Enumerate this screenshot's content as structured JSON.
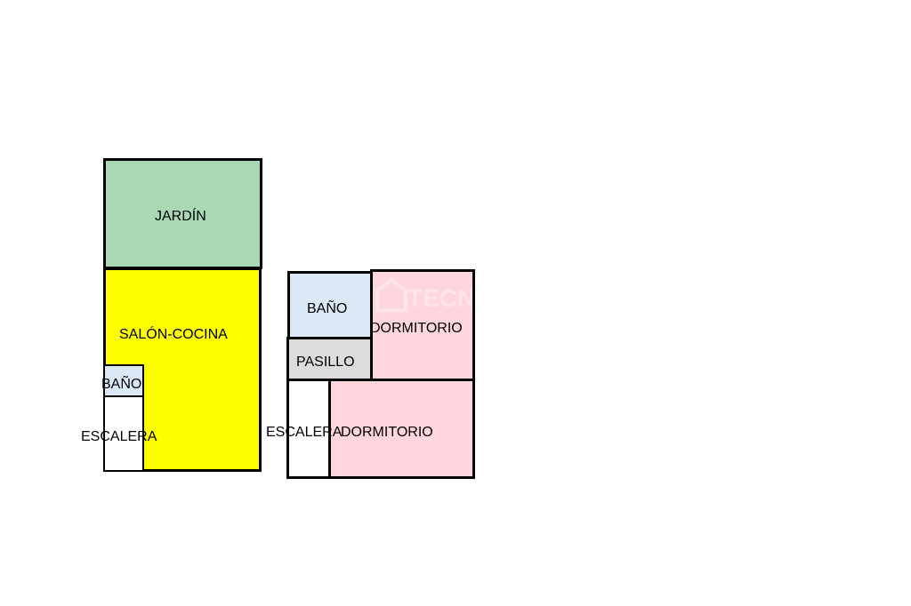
{
  "floor_plan": {
    "ground_floor": {
      "rooms": [
        {
          "id": "jardin",
          "label": "JARDÍN",
          "color": "#a9d8b4"
        },
        {
          "id": "salon-cocina",
          "label": "SALÓN-COCINA",
          "color": "#ffff00"
        },
        {
          "id": "bano",
          "label": "BAÑO",
          "color": "#dbe9f7"
        },
        {
          "id": "escalera",
          "label": "ESCALERA",
          "color": "#ffffff"
        }
      ]
    },
    "upper_floor": {
      "rooms": [
        {
          "id": "bano",
          "label": "BAÑO",
          "color": "#dbe9f7"
        },
        {
          "id": "dormitorio-1",
          "label": "DORMITORIO",
          "color": "#ffd6dd"
        },
        {
          "id": "pasillo",
          "label": "PASILLO",
          "color": "#dcdcdc"
        },
        {
          "id": "escalera",
          "label": "ESCALERA",
          "color": "#ffffff"
        },
        {
          "id": "dormitorio-2",
          "label": "DORMITORIO",
          "color": "#ffd6dd"
        }
      ]
    }
  }
}
